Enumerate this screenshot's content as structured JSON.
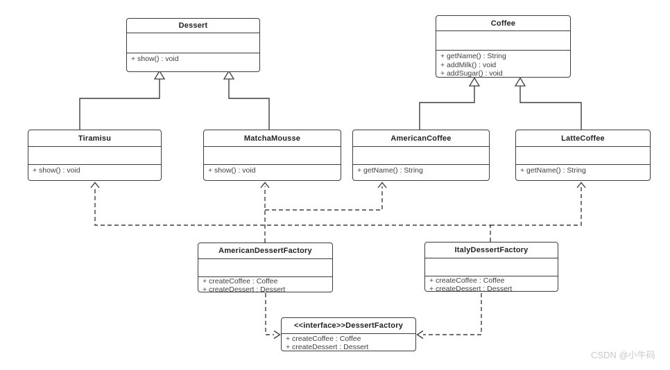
{
  "diagram": {
    "type": "uml-class-diagram",
    "pattern": "Abstract Factory",
    "classes": {
      "dessert": {
        "name": "Dessert",
        "methods": [
          "+ show() : void"
        ]
      },
      "coffee": {
        "name": "Coffee",
        "methods": [
          "+ getName() : String",
          "+ addMilk() : void",
          "+ addSugar() : void"
        ]
      },
      "tiramisu": {
        "name": "Tiramisu",
        "methods": [
          "+ show() : void"
        ]
      },
      "matchaMousse": {
        "name": "MatchaMousse",
        "methods": [
          "+ show() : void"
        ]
      },
      "americanCoffee": {
        "name": "AmericanCoffee",
        "methods": [
          "+ getName() : String"
        ]
      },
      "latteCoffee": {
        "name": "LatteCoffee",
        "methods": [
          "+ getName() : String"
        ]
      },
      "americanDessertFactory": {
        "name": "AmericanDessertFactory",
        "methods": [
          "+ createCoffee : Coffee",
          "+ createDessert : Dessert"
        ]
      },
      "italyDessertFactory": {
        "name": "ItalyDessertFactory",
        "methods": [
          "+ createCoffee : Coffee",
          "+ createDessert : Dessert"
        ]
      },
      "dessertFactory": {
        "name": "<<interface>>DessertFactory",
        "methods": [
          "+ createCoffee : Coffee",
          "+ createDessert : Dessert"
        ]
      }
    },
    "relationships": [
      {
        "from": "Tiramisu",
        "to": "Dessert",
        "type": "generalization"
      },
      {
        "from": "MatchaMousse",
        "to": "Dessert",
        "type": "generalization"
      },
      {
        "from": "AmericanCoffee",
        "to": "Coffee",
        "type": "generalization"
      },
      {
        "from": "LatteCoffee",
        "to": "Coffee",
        "type": "generalization"
      },
      {
        "from": "AmericanDessertFactory",
        "to": "MatchaMousse",
        "type": "dependency"
      },
      {
        "from": "AmericanDessertFactory",
        "to": "AmericanCoffee",
        "type": "dependency"
      },
      {
        "from": "ItalyDessertFactory",
        "to": "Tiramisu",
        "type": "dependency"
      },
      {
        "from": "ItalyDessertFactory",
        "to": "LatteCoffee",
        "type": "dependency"
      },
      {
        "from": "AmericanDessertFactory",
        "to": "DessertFactory",
        "type": "realization"
      },
      {
        "from": "ItalyDessertFactory",
        "to": "DessertFactory",
        "type": "realization"
      }
    ],
    "colors": {
      "line": "#3d3d3d",
      "border": "#3b3b3b",
      "text": "#3f3f3f",
      "background": "#ffffff",
      "watermark": "#c9c9c9"
    }
  },
  "watermark": {
    "text": "CSDN @小牛码"
  }
}
